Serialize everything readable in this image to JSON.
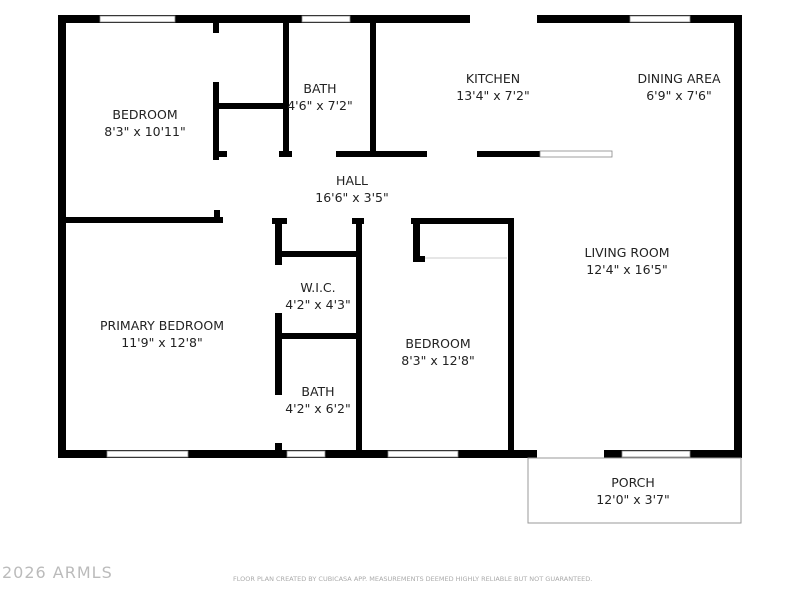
{
  "rooms": [
    {
      "name": "BEDROOM",
      "size": "8'3\" x 10'11\""
    },
    {
      "name": "BATH",
      "size": "4'6\" x 7'2\""
    },
    {
      "name": "KITCHEN",
      "size": "13'4\" x 7'2\""
    },
    {
      "name": "DINING AREA",
      "size": "6'9\" x 7'6\""
    },
    {
      "name": "HALL",
      "size": "16'6\" x 3'5\""
    },
    {
      "name": "LIVING ROOM",
      "size": "12'4\" x 16'5\""
    },
    {
      "name": "W.I.C.",
      "size": "4'2\" x 4'3\""
    },
    {
      "name": "PRIMARY BEDROOM",
      "size": "11'9\" x 12'8\""
    },
    {
      "name": "BEDROOM",
      "size": "8'3\" x 12'8\""
    },
    {
      "name": "BATH",
      "size": "4'2\" x 6'2\""
    },
    {
      "name": "PORCH",
      "size": "12'0\" x 3'7\""
    }
  ],
  "footer": {
    "watermark": "2026 ARMLS",
    "disclaimer": "FLOOR PLAN CREATED BY CUBICASA APP. MEASUREMENTS DEEMED HIGHLY RELIABLE BUT NOT GUARANTEED."
  },
  "colors": {
    "wall": "#000000",
    "window": "#ffffff",
    "background": "#ffffff"
  }
}
